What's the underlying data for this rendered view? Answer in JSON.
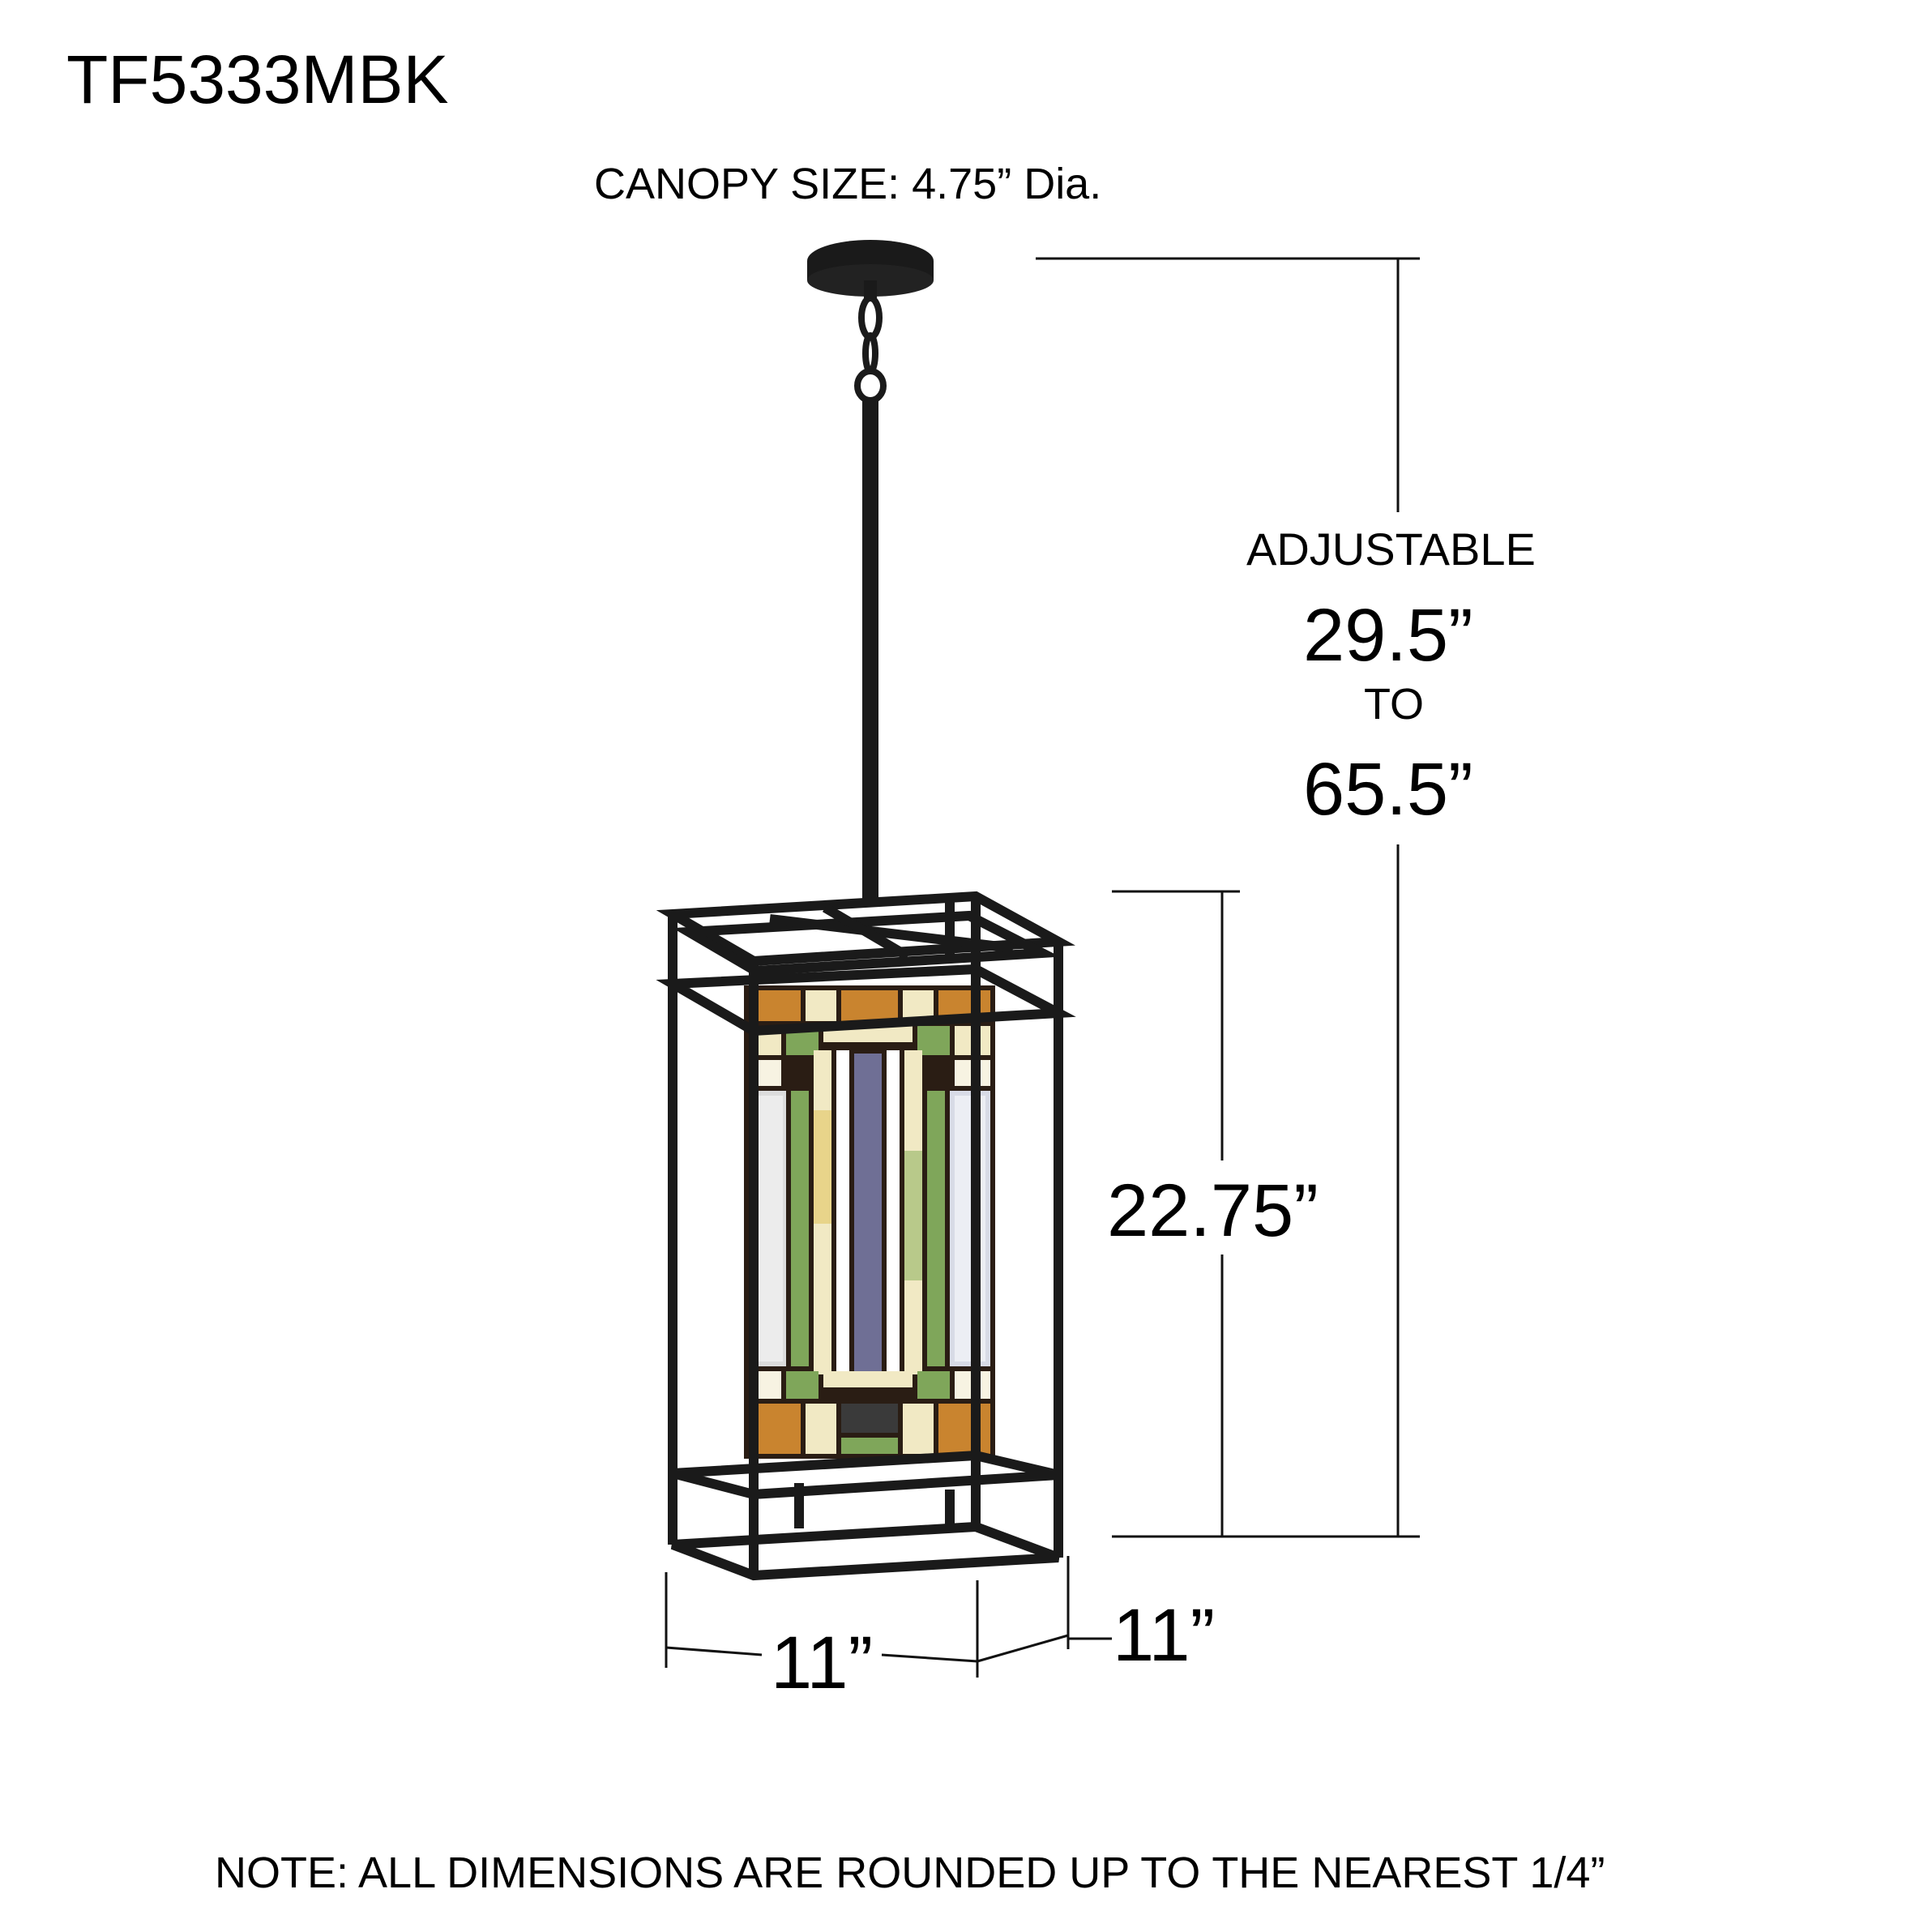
{
  "model_number": "TF5333MBK",
  "canopy_size": "CANOPY SIZE: 4.75” Dia.",
  "adjustable": {
    "label": "ADJUSTABLE",
    "min": "29.5”",
    "to": "TO",
    "max": "65.5”"
  },
  "dimensions": {
    "height": "22.75”",
    "width": "11”",
    "depth": "11”"
  },
  "note": "NOTE: ALL DIMENSIONS ARE ROUNDED UP TO THE NEAREST 1/4”",
  "colors": {
    "frame": "#1a1a1a",
    "glass_amber": "#c9842f",
    "glass_green": "#7fa65a",
    "glass_cream": "#f1e9c4",
    "glass_blue": "#6f6f95"
  }
}
